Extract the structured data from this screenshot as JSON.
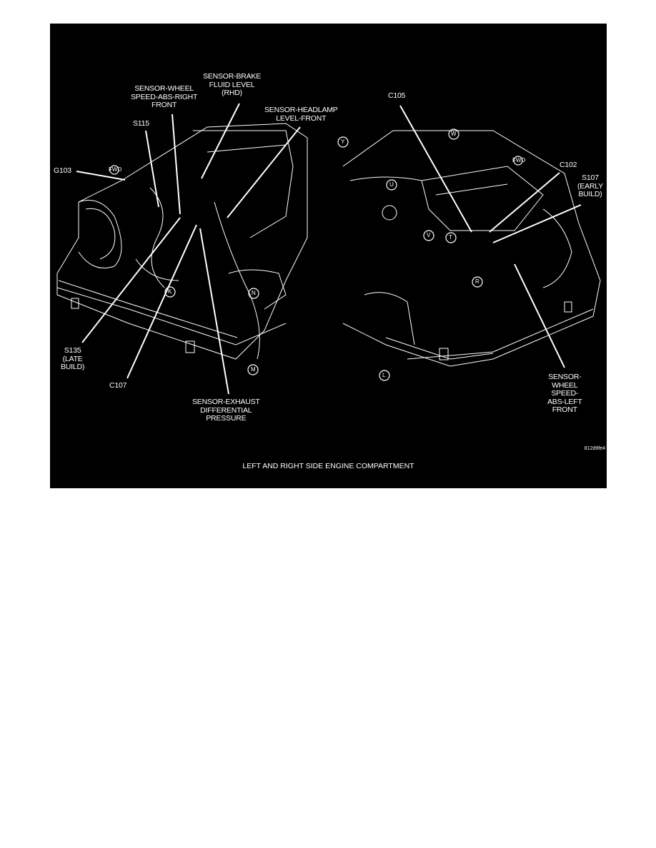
{
  "figure": {
    "caption": "LEFT AND RIGHT SIDE ENGINE COMPARTMENT",
    "figure_id": "812d9fe4",
    "labels": {
      "brake_fluid": "SENSOR-BRAKE\nFLUID LEVEL\n(RHD)",
      "wheel_speed_right": "SENSOR-WHEEL\nSPEED-ABS-RIGHT\nFRONT",
      "headlamp": "SENSOR-HEADLAMP\nLEVEL-FRONT",
      "s115": "S115",
      "g103": "G103",
      "c105": "C105",
      "c102": "C102",
      "s107": "S107\n(EARLY\nBUILD)",
      "s135": "S135\n(LATE\nBUILD)",
      "c107": "C107",
      "exhaust": "SENSOR-EXHAUST\nDIFFERENTIAL\nPRESSURE",
      "wheel_speed_left": "SENSOR-\nWHEEL\nSPEED-\nABS-LEFT\nFRONT"
    },
    "view_arrows": [
      "FWD",
      "K",
      "N",
      "M",
      "Y",
      "W",
      "U",
      "V",
      "T",
      "R",
      "L",
      "FWD"
    ]
  }
}
